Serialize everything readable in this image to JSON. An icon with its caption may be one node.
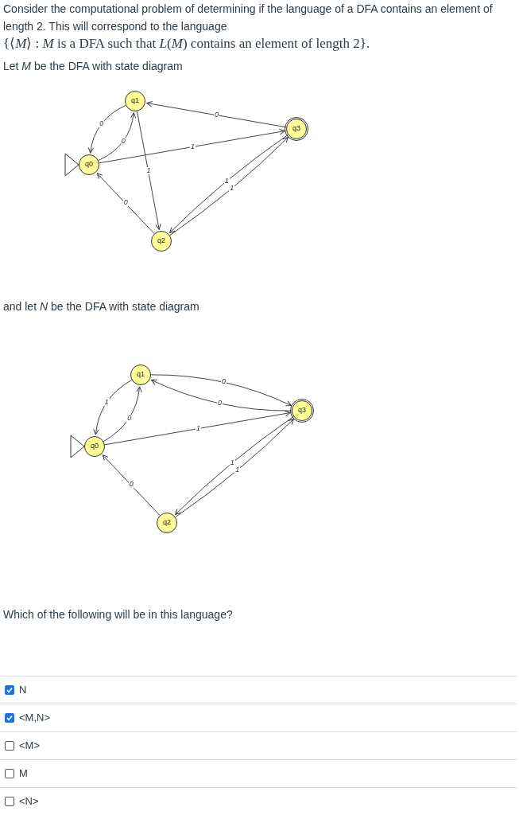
{
  "diagram": {
    "nodes": [
      {
        "text": [
          "q0"
        ]
      },
      {
        "text": [
          "q1"
        ]
      },
      {
        "text": [
          "q2"
        ]
      },
      {
        "text": [
          "q3"
        ]
      },
      {
        "text": [
          "q0"
        ]
      },
      {
        "text": [
          "q1"
        ]
      },
      {
        "text": [
          "q2"
        ]
      },
      {
        "text": [
          "q3"
        ]
      }
    ],
    "edges": [
      {
        "from": 0,
        "to": 1,
        "label": "0",
        "arrow": "to"
      },
      {
        "from": 1,
        "to": 0,
        "label": "0",
        "arrow": "to"
      },
      {
        "from": 3,
        "to": 1,
        "label": "0",
        "arrow": "to"
      },
      {
        "from": 0,
        "to": 3,
        "label": "1",
        "arrow": "to"
      },
      {
        "from": 1,
        "to": 2,
        "label": "1",
        "arrow": "to"
      },
      {
        "from": 2,
        "to": 0,
        "label": "0",
        "arrow": "to"
      },
      {
        "from": 2,
        "to": 3,
        "label": "1",
        "arrow": "to"
      },
      {
        "from": 3,
        "to": 2,
        "label": "1",
        "arrow": "to"
      },
      {
        "from": 4,
        "to": 5,
        "label": "0",
        "arrow": "to"
      },
      {
        "from": 5,
        "to": 4,
        "label": "1",
        "arrow": "to"
      },
      {
        "from": 5,
        "to": 7,
        "label": "0",
        "arrow": "to"
      },
      {
        "from": 7,
        "to": 5,
        "label": "0",
        "arrow": "to"
      },
      {
        "from": 4,
        "to": 7,
        "label": "1",
        "arrow": "to"
      },
      {
        "from": 6,
        "to": 4,
        "label": "0",
        "arrow": "to"
      },
      {
        "from": 6,
        "to": 7,
        "label": "1",
        "arrow": "to"
      },
      {
        "from": 7,
        "to": 6,
        "label": "1",
        "arrow": "to"
      }
    ],
    "labels": [
      "Consider the computational problem of determining if the language of a DFA contains an element of length 2. This will correspond to the language",
      "{⟨*M*⟩ : *M* is a DFA such that *L*(*M*) contains an element of length 2}.",
      "Let *M* be the DFA with state diagram",
      "and let *N* be the DFA with state diagram",
      "Which of the following will be in this language?",
      "N",
      "<M,N>",
      "<M>",
      "M",
      "<N>"
    ]
  }
}
